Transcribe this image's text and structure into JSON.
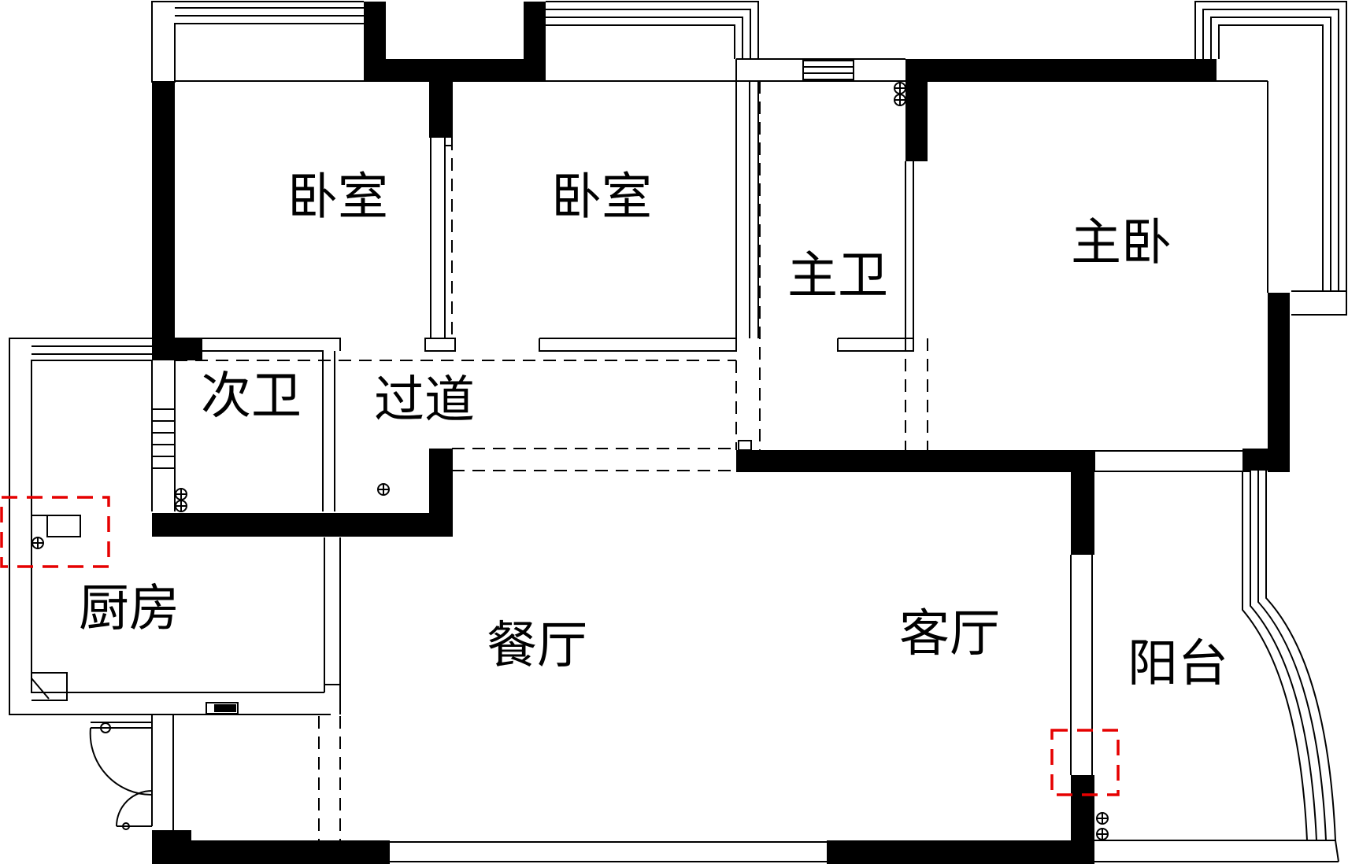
{
  "rooms": {
    "bedroom_1": "卧室",
    "bedroom_2": "卧室",
    "master_bath": "主卫",
    "master_bedroom": "主卧",
    "second_bath": "次卫",
    "corridor": "过道",
    "kitchen": "厨房",
    "dining_room": "餐厅",
    "living_room": "客厅",
    "balcony": "阳台"
  },
  "colors": {
    "wall": "#000000",
    "line": "#000000",
    "highlight": "#e60000",
    "background": "#ffffff"
  }
}
